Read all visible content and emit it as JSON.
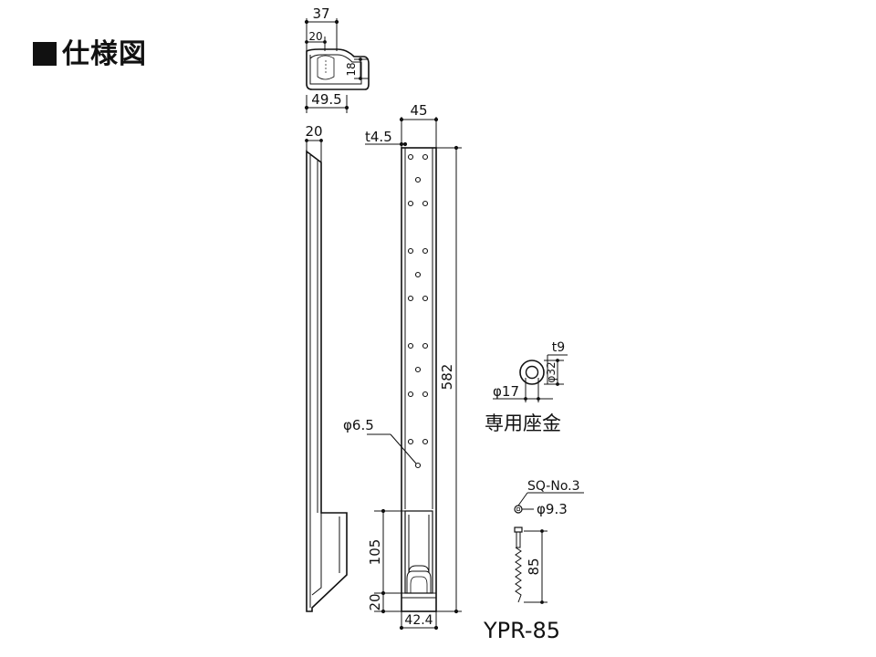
{
  "title": "仕様図",
  "top_profile": {
    "dim_width": "37",
    "dim_inner": "20",
    "dim_height": "18",
    "dim_bottom": "49.5"
  },
  "side_view": {
    "dim_thickness": "20"
  },
  "front_view": {
    "dim_width": "45",
    "dim_plate": "t4.5",
    "dim_length": "582",
    "dim_hole": "φ6.5",
    "dim_slot": "105",
    "dim_base": "20",
    "dim_bottom_width": "42.4"
  },
  "washer": {
    "label": "専用座金",
    "dim_thickness": "t9",
    "dim_outer": "φ32",
    "dim_inner": "φ17"
  },
  "screw": {
    "code": "SQ-No.3",
    "dim_head": "φ9.3",
    "dim_length": "85"
  },
  "model": "YPR-85",
  "colors": {
    "line": "#111111",
    "metal": "#ffffff"
  }
}
